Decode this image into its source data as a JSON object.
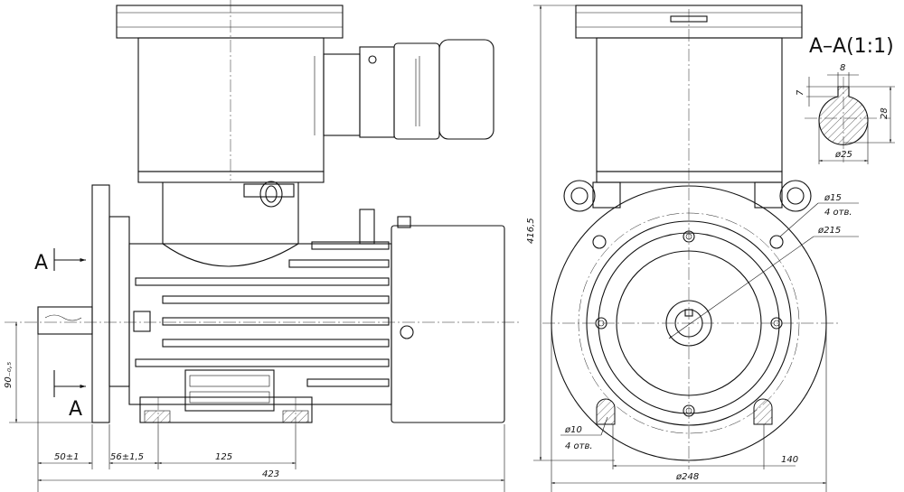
{
  "side_view": {
    "section_mark_top": "A",
    "section_mark_bottom": "A",
    "dims": {
      "d_50": "50±1",
      "d_56": "56±1,5",
      "d_125": "125",
      "d_423": "423",
      "d_90": "90₋₀,₅"
    }
  },
  "front_view": {
    "dims": {
      "d_416": "416,5",
      "d_15": "ø15",
      "d_15_note": "4 отв.",
      "d_215": "ø215",
      "d_10": "ø10",
      "d_10_note": "4 отв.",
      "d_248": "ø248",
      "d_140": "140"
    }
  },
  "section_view": {
    "title": "A–A(1:1)",
    "dims": {
      "d_8": "8",
      "d_7": "7",
      "d_28": "28",
      "d_25": "ø25"
    }
  }
}
